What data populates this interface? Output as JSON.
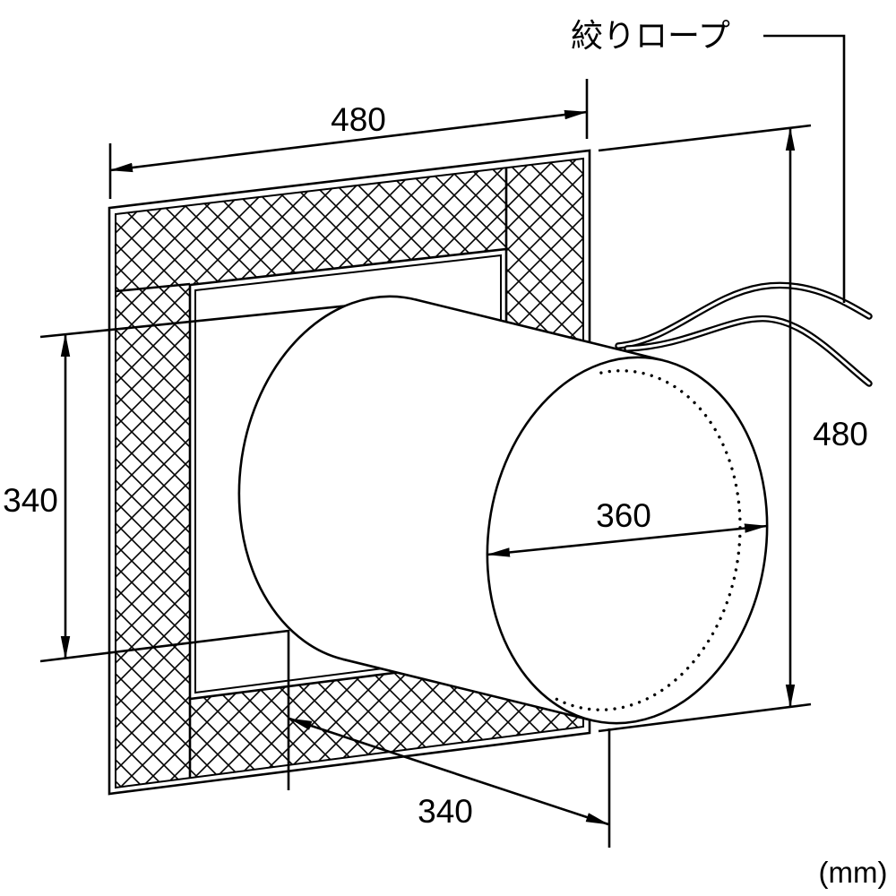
{
  "diagram": {
    "rope_label": "絞りロープ",
    "dimensions": {
      "panel_width": "480",
      "panel_height": "480",
      "opening_height": "340",
      "opening_width": "340",
      "duct_diameter": "360"
    },
    "unit": "(mm)"
  }
}
